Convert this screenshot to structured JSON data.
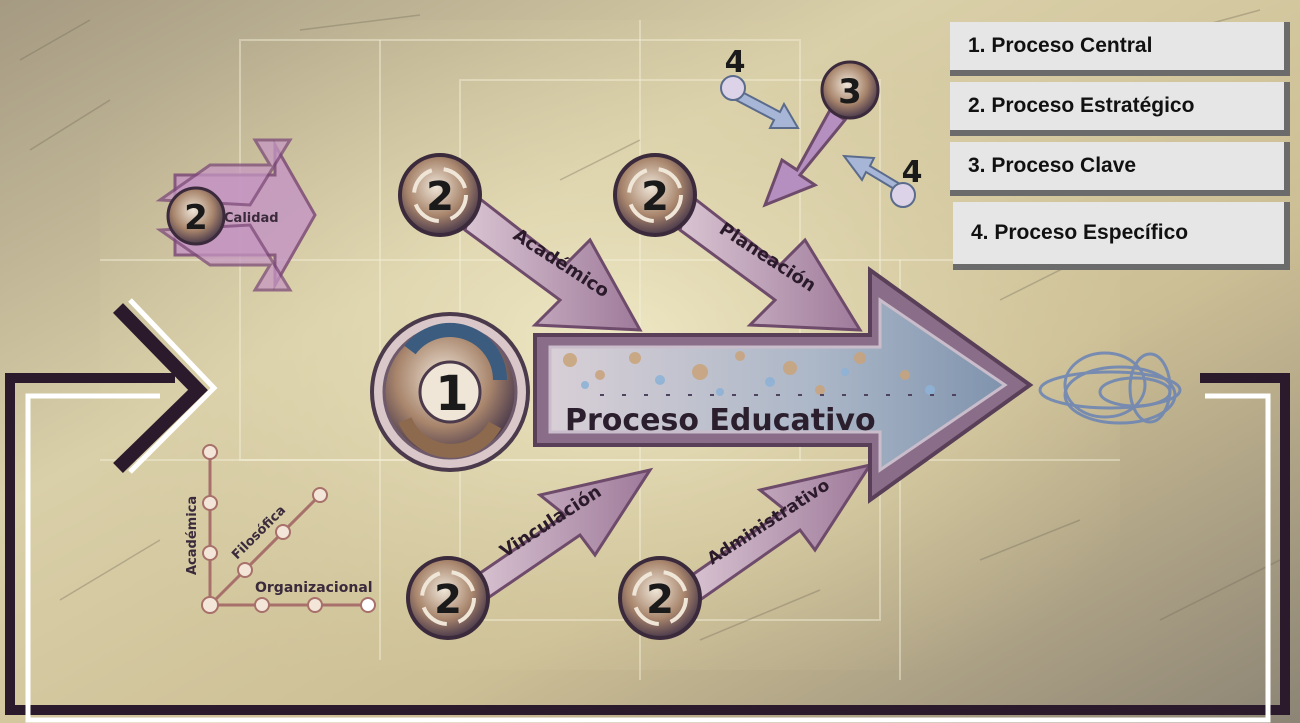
{
  "legend": {
    "item1": "1. Proceso Central",
    "item2": "2. Proceso Estratégico",
    "item3": "3. Proceso Clave",
    "item4": "4. Proceso Específico"
  },
  "diagram": {
    "central_number": "1",
    "central_label": "Proceso Educativo",
    "strategic_number": "2",
    "key_number": "3",
    "specific_number": "4",
    "arrows": {
      "calidad": "Calidad",
      "academico": "Académico",
      "planeacion": "Planeación",
      "vinculacion": "Vinculación",
      "administrativo": "Administrativo"
    },
    "axes": {
      "academica": "Académica",
      "filosofica": "Filosófica",
      "organizacional": "Organizacional"
    }
  },
  "colors": {
    "arrow_fill": "#b99ab5",
    "arrow_stroke": "#6e4b6b",
    "frame_dark": "#2b1a2b",
    "frame_light": "#ffffff",
    "legend_bg": "#e6e6e6"
  }
}
